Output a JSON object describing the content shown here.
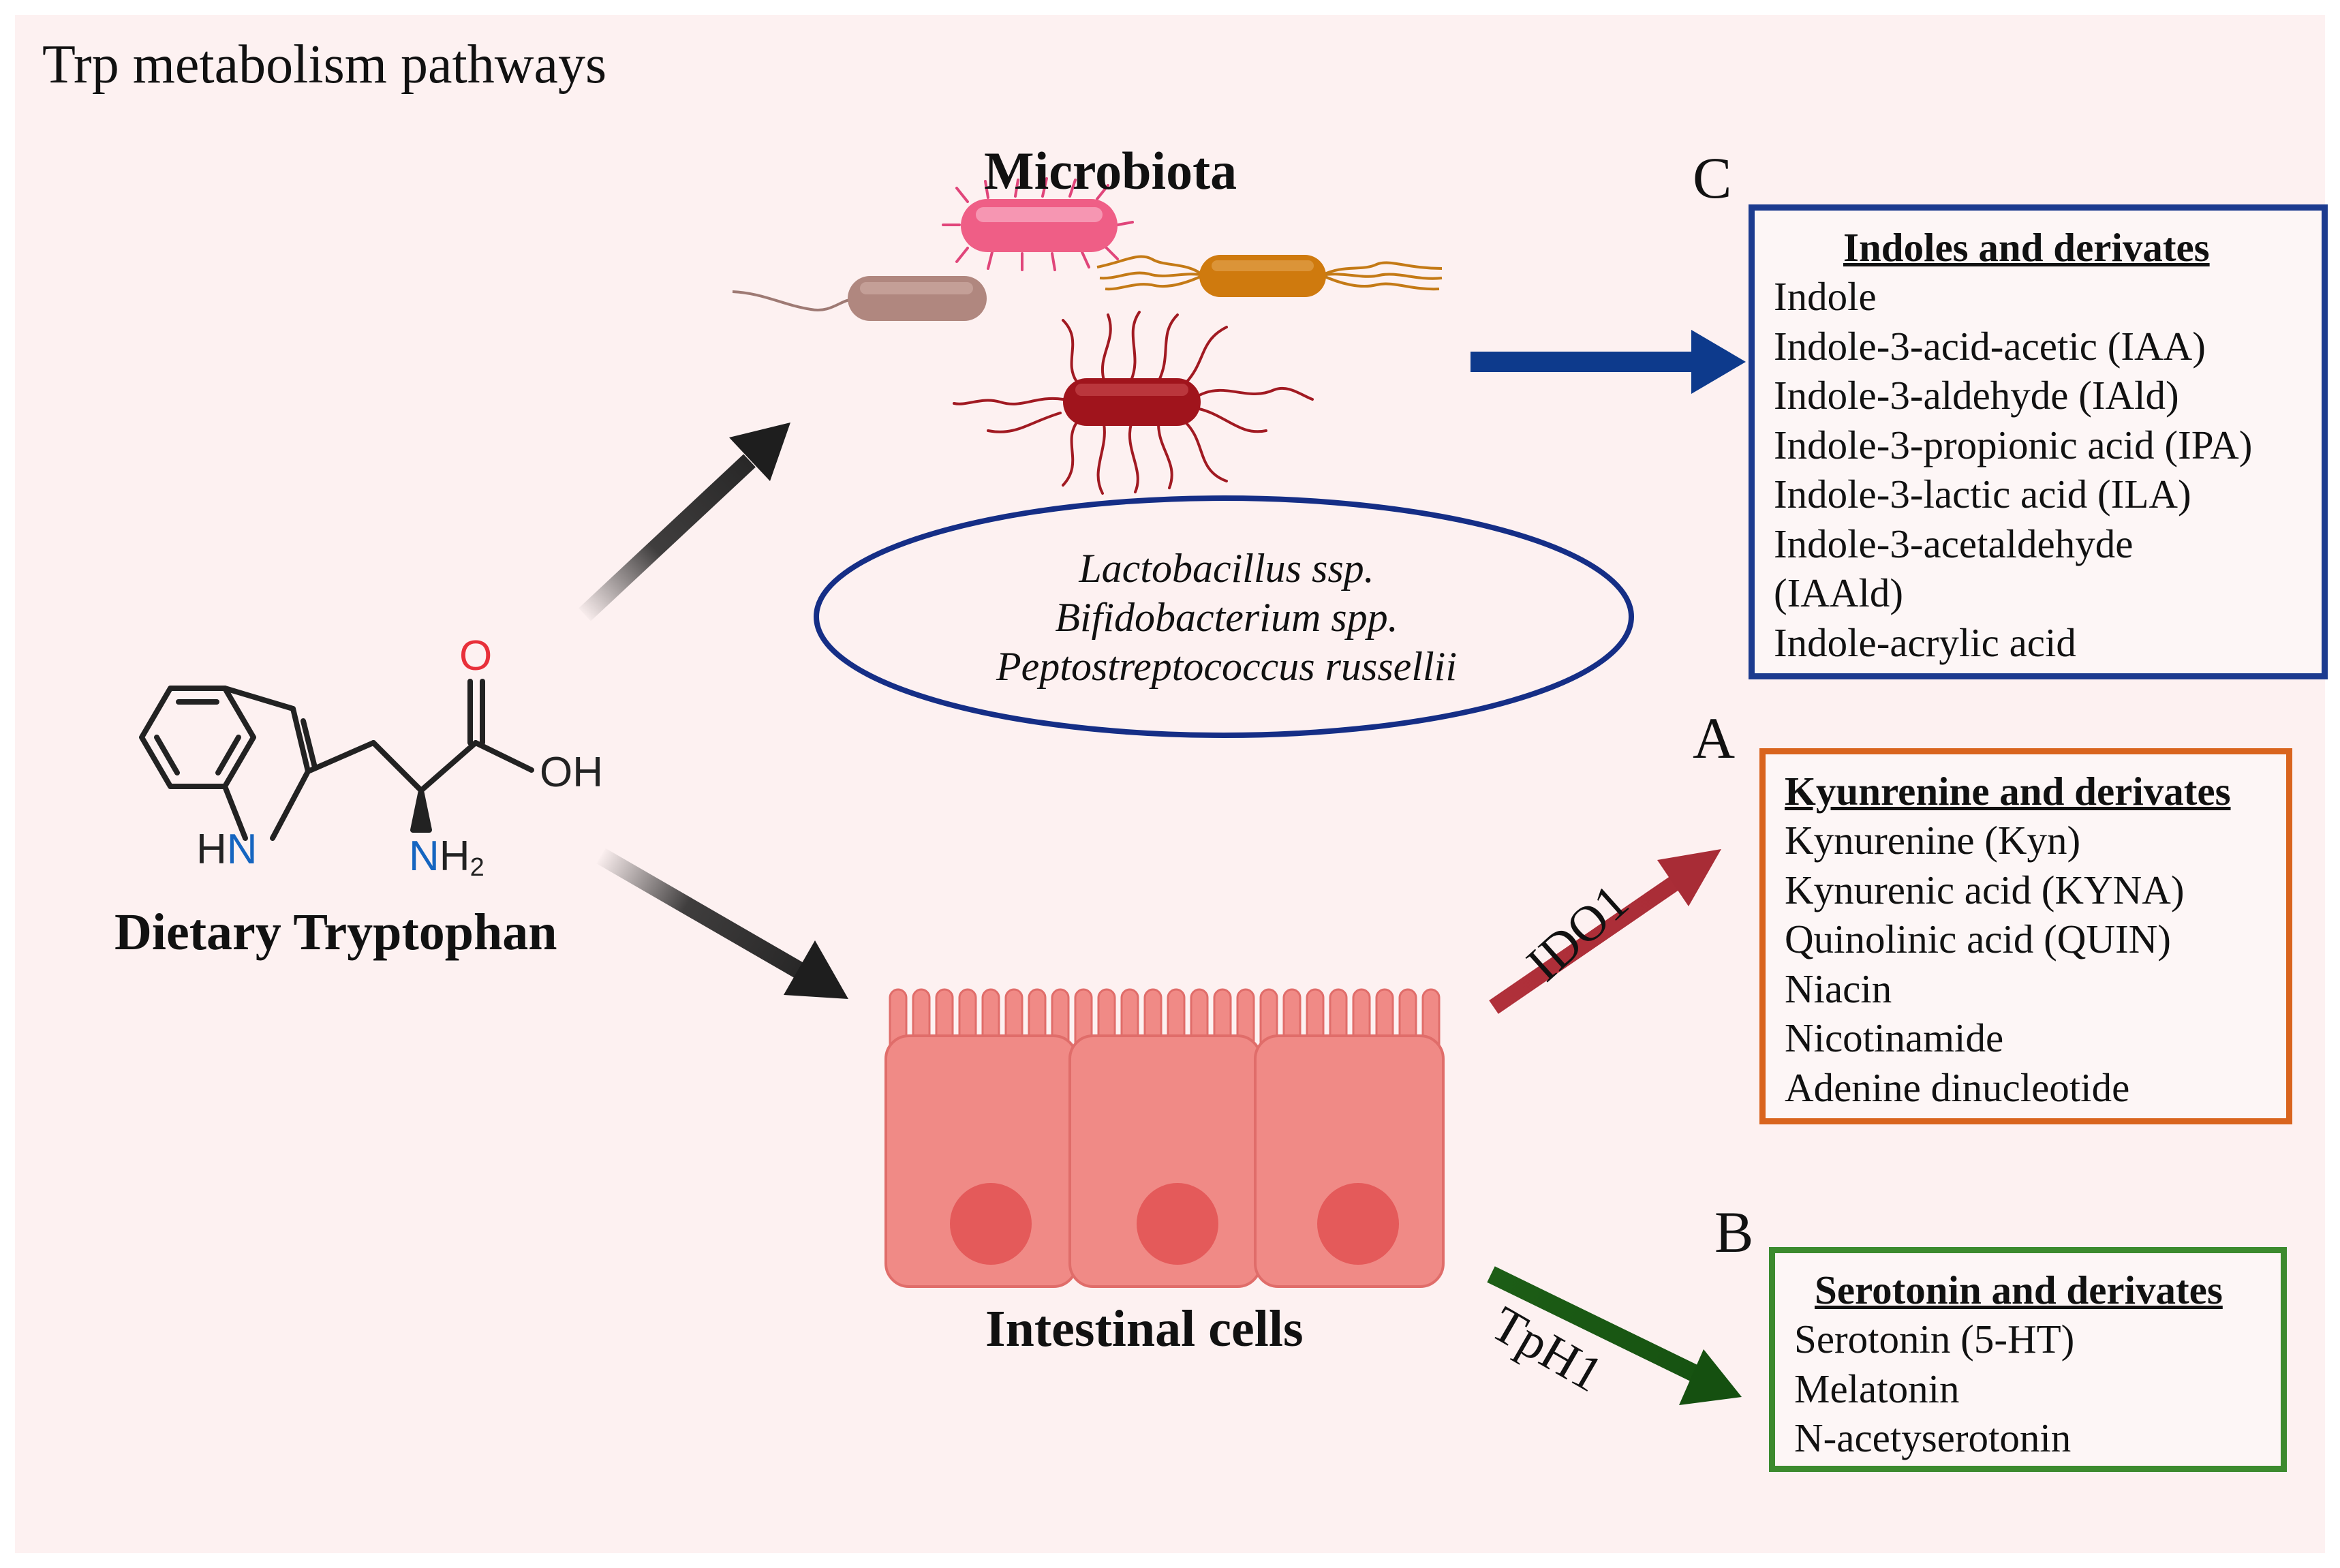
{
  "title": "Trp metabolism pathways",
  "microbiota": {
    "title": "Microbiota",
    "bacteria": [
      "Lactobacillus ssp.",
      "Bifidobacterium spp.",
      "Peptostreptococcus russellii"
    ]
  },
  "intestinal": {
    "title": "Intestinal cells"
  },
  "dietary": {
    "title": "Dietary Tryptophan",
    "atoms": {
      "o": "O",
      "oh": "OH",
      "hn_h": "H",
      "hn_n": "N",
      "nh_n": "N",
      "nh_h": "H",
      "nh_sub": "2"
    }
  },
  "enzymes": {
    "ido": "IDO1",
    "tph": "TpH1"
  },
  "box_c": {
    "letter": "C",
    "heading": "Indoles and derivates",
    "items": [
      "Indole",
      "Indole-3-acid-acetic (IAA)",
      "Indole-3-aldehyde (IAld)",
      "Indole-3-propionic acid (IPA)",
      "Indole-3-lactic acid (ILA)",
      "Indole-3-acetaldehyde",
      "(IAAld)",
      "Indole-acrylic acid"
    ]
  },
  "box_a": {
    "letter": "A",
    "heading": "Kyunrenine and derivates",
    "items": [
      "Kynurenine (Kyn)",
      "Kynurenic acid (KYNA)",
      "Quinolinic acid (QUIN)",
      "Niacin",
      "Nicotinamide",
      "Adenine dinucleotide"
    ]
  },
  "box_b": {
    "letter": "B",
    "heading": "Serotonin and derivates",
    "items": [
      "Serotonin (5-HT)",
      "Melatonin",
      "N-acetyserotonin"
    ]
  },
  "colors": {
    "background": "#fdf1f1",
    "box_c_border": "#1c3b8f",
    "box_a_border": "#d9641e",
    "box_b_border": "#3c8a2e",
    "arrow_blue": "#0d3a8c",
    "arrow_red": "#b0303a",
    "arrow_green": "#1d5e16",
    "arrow_black": "#1e1e1e",
    "cell_fill": "#f08a86",
    "nucleus": "#e45a5a"
  }
}
